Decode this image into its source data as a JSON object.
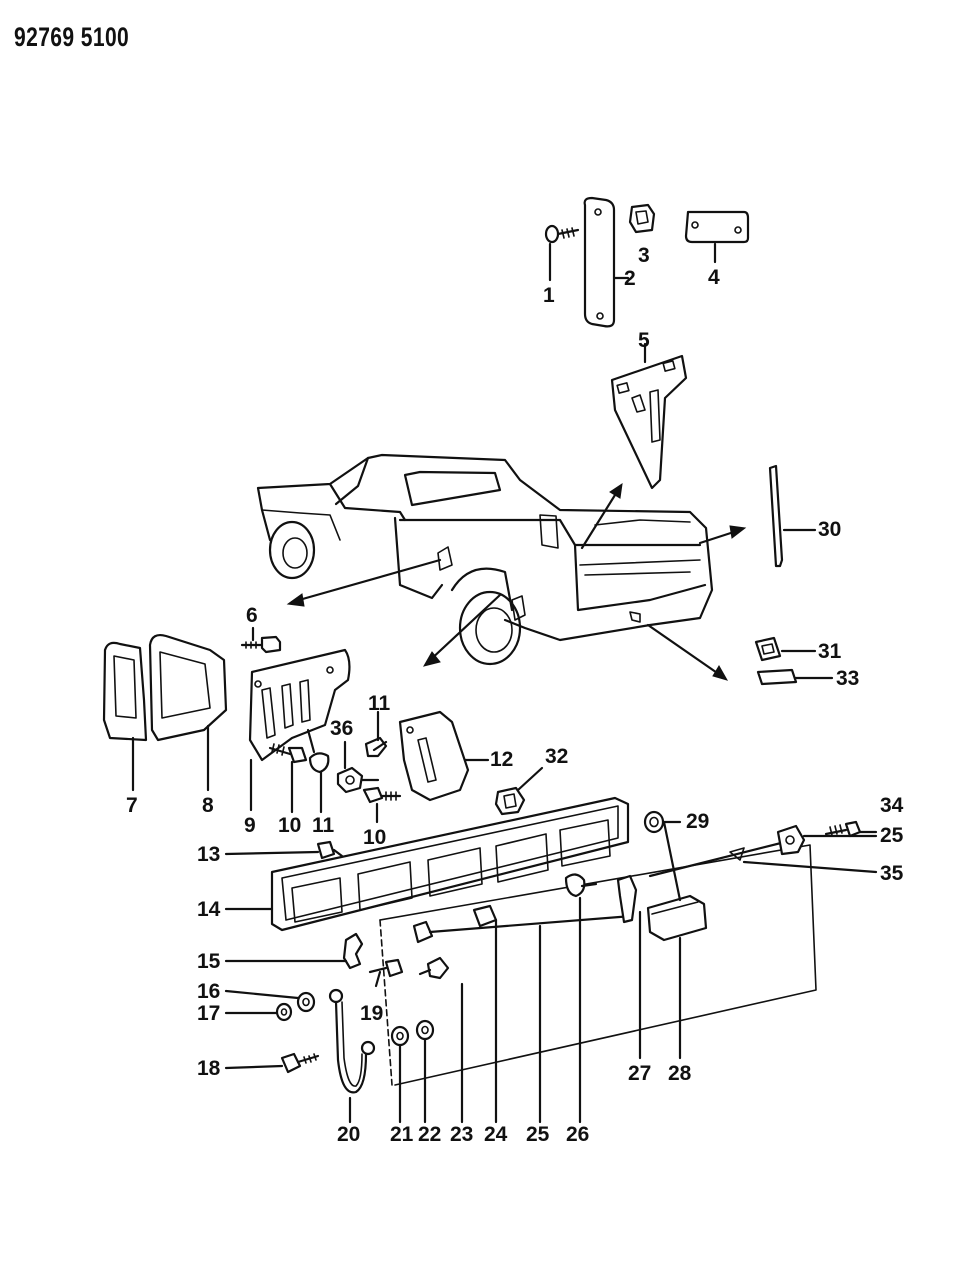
{
  "document": {
    "code": "92769 5100"
  },
  "callouts": [
    {
      "id": "c1",
      "label": "1"
    },
    {
      "id": "c2",
      "label": "2"
    },
    {
      "id": "c3",
      "label": "3"
    },
    {
      "id": "c4",
      "label": "4"
    },
    {
      "id": "c5",
      "label": "5"
    },
    {
      "id": "c6",
      "label": "6"
    },
    {
      "id": "c7",
      "label": "7"
    },
    {
      "id": "c8",
      "label": "8"
    },
    {
      "id": "c9",
      "label": "9"
    },
    {
      "id": "c10a",
      "label": "10"
    },
    {
      "id": "c10b",
      "label": "10"
    },
    {
      "id": "c11a",
      "label": "11"
    },
    {
      "id": "c11b",
      "label": "11"
    },
    {
      "id": "c12",
      "label": "12"
    },
    {
      "id": "c13",
      "label": "13"
    },
    {
      "id": "c14",
      "label": "14"
    },
    {
      "id": "c15",
      "label": "15"
    },
    {
      "id": "c16",
      "label": "16"
    },
    {
      "id": "c17",
      "label": "17"
    },
    {
      "id": "c18",
      "label": "18"
    },
    {
      "id": "c19",
      "label": "19"
    },
    {
      "id": "c20",
      "label": "20"
    },
    {
      "id": "c21",
      "label": "21"
    },
    {
      "id": "c22",
      "label": "22"
    },
    {
      "id": "c23",
      "label": "23"
    },
    {
      "id": "c24",
      "label": "24"
    },
    {
      "id": "c25a",
      "label": "25"
    },
    {
      "id": "c25b",
      "label": "25"
    },
    {
      "id": "c26",
      "label": "26"
    },
    {
      "id": "c27",
      "label": "27"
    },
    {
      "id": "c28",
      "label": "28"
    },
    {
      "id": "c29",
      "label": "29"
    },
    {
      "id": "c30",
      "label": "30"
    },
    {
      "id": "c31",
      "label": "31"
    },
    {
      "id": "c32",
      "label": "32"
    },
    {
      "id": "c33",
      "label": "33"
    },
    {
      "id": "c34",
      "label": "34"
    },
    {
      "id": "c35",
      "label": "35"
    },
    {
      "id": "c36",
      "label": "36"
    }
  ]
}
